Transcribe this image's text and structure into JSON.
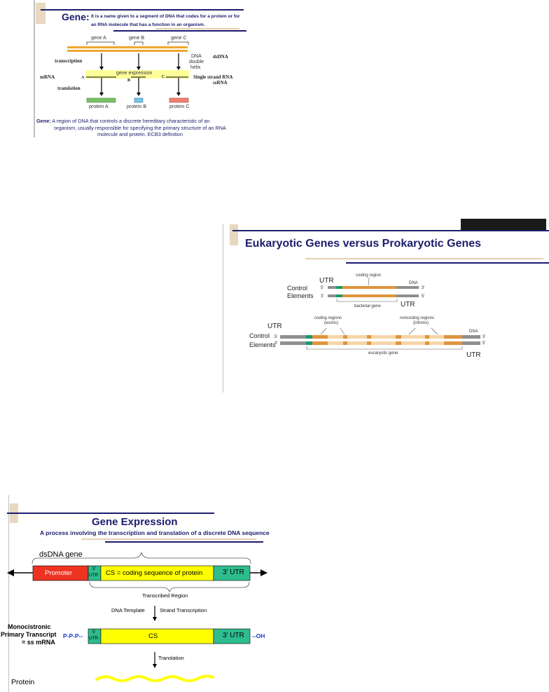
{
  "slide1": {
    "title": "Gene:",
    "def_line1": "It is a name given to a segment of DNA that codes for a protein or for",
    "def_line2": "an RNA molecule that has a function in an organism.",
    "gene_a": "gene A",
    "gene_b": "gene B",
    "gene_c": "gene C",
    "dna_double_helix_1": "DNA",
    "dna_double_helix_2": "double",
    "dna_double_helix_3": "helix",
    "dsdna": "dsDNA",
    "transcription": "transcription",
    "mrna": "mRNA",
    "label_a": "A",
    "label_b": "B",
    "label_c": "C",
    "gene_expression": "gene expression",
    "ssrna_1": "Single strand RNA",
    "ssrna_2": "ssRNA",
    "translation": "translation",
    "protein_a": "protein A",
    "protein_b": "protein B",
    "protein_c": "protein C",
    "bottom_bold": "Gene:",
    "bottom_1": " A region of DNA that controls a discrete hereditary characteristic of an",
    "bottom_2": "organism, usually responsible for specifying the primary structure of an RNA",
    "bottom_3": "molecule and protein.  ECB3 definition"
  },
  "slide2": {
    "title": "Eukaryotic Genes versus Prokaryotic Genes",
    "bac_utr_left": "UTR",
    "bac_coding_region": "coding region",
    "bac_dna": "DNA",
    "control": "Control",
    "elements": "Elements",
    "five_prime": "5’",
    "three_prime": "3’",
    "bacterial_gene": "bacterial gene",
    "bac_utr_right": "UTR",
    "euk_utr_left": "UTR",
    "euk_coding_1": "coding regions",
    "euk_coding_2": "(exons)",
    "euk_noncoding_1": "noncoding regions",
    "euk_noncoding_2": "(introns)",
    "euk_dna": "DNA",
    "eucaryotic_gene": "eucaryotic gene",
    "euk_utr_right": "UTR"
  },
  "slide3": {
    "title": "Gene Expression",
    "subtitle": "A process involving the transcription and translation of a discrete DNA sequence",
    "dsdna_gene": "dsDNA  gene",
    "promoter": "Promoter",
    "utr5_a": "5’",
    "utr5_b": "UTR",
    "cs_full": "CS  = coding sequence of protein",
    "utr3": "3’ UTR",
    "transcribed_region": "Transcribed Region",
    "dna_template": "DNA Template",
    "strand_transcription": "Strand Transcription",
    "mono_1": "Monocistronic",
    "mono_2": "Primary Transcript",
    "mono_3": "= ss mRNA",
    "ppp": "P-P-P--",
    "cs": "CS",
    "oh": "--OH",
    "translation": "Translation",
    "protein": "Protein"
  },
  "colors": {
    "navy": "#1c1c6e",
    "orange_dna": "#f0a830",
    "gene_expr_band": "#ffff99",
    "protein_a": "#7cc06a",
    "protein_b": "#78c4e8",
    "protein_c": "#f07f70",
    "grey_strand": "#8f8f8f",
    "green_control": "#1a9a70",
    "coding_orange": "#e0943c",
    "intron_peach": "#f6d5a8",
    "promoter_red": "#ee3322",
    "utr_green": "#2ebc8e",
    "cs_yellow": "#ffff00",
    "tan_accent": "#e2cfb3"
  }
}
